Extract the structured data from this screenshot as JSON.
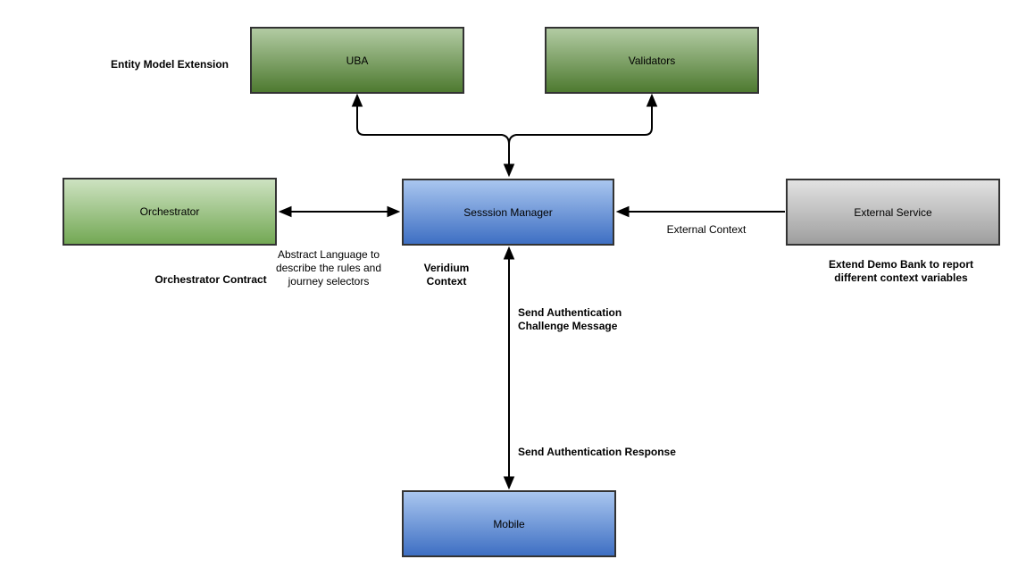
{
  "nodes": {
    "uba": {
      "label": "UBA"
    },
    "validators": {
      "label": "Validators"
    },
    "orchestrator": {
      "label": "Orchestrator"
    },
    "session_manager": {
      "label": "Sesssion Manager"
    },
    "external_service": {
      "label": "External Service"
    },
    "mobile": {
      "label": "Mobile"
    }
  },
  "labels": {
    "entity_model_extension": "Entity Model Extension",
    "orchestrator_contract": "Orchestrator Contract",
    "abstract_language": "Abstract Language to describe the rules and journey selectors",
    "veridium_context": "Veridium Context",
    "external_context": "External Context",
    "extend_demo_bank": "Extend Demo Bank to report different context variables",
    "send_auth_challenge": "Send Authentication Challenge Message",
    "send_auth_response": "Send Authentication Response"
  },
  "colors": {
    "background": "#ffffff",
    "border": "#333333",
    "arrow": "#000000",
    "green_dark_top": "#b2cba3",
    "green_dark_bottom": "#4e7a30",
    "green_light_top": "#cde2c1",
    "green_light_bottom": "#73a854",
    "blue_top": "#a9c6ef",
    "blue_bottom": "#3e6fc3",
    "gray_top": "#e2e2e2",
    "gray_bottom": "#9e9e9e"
  }
}
